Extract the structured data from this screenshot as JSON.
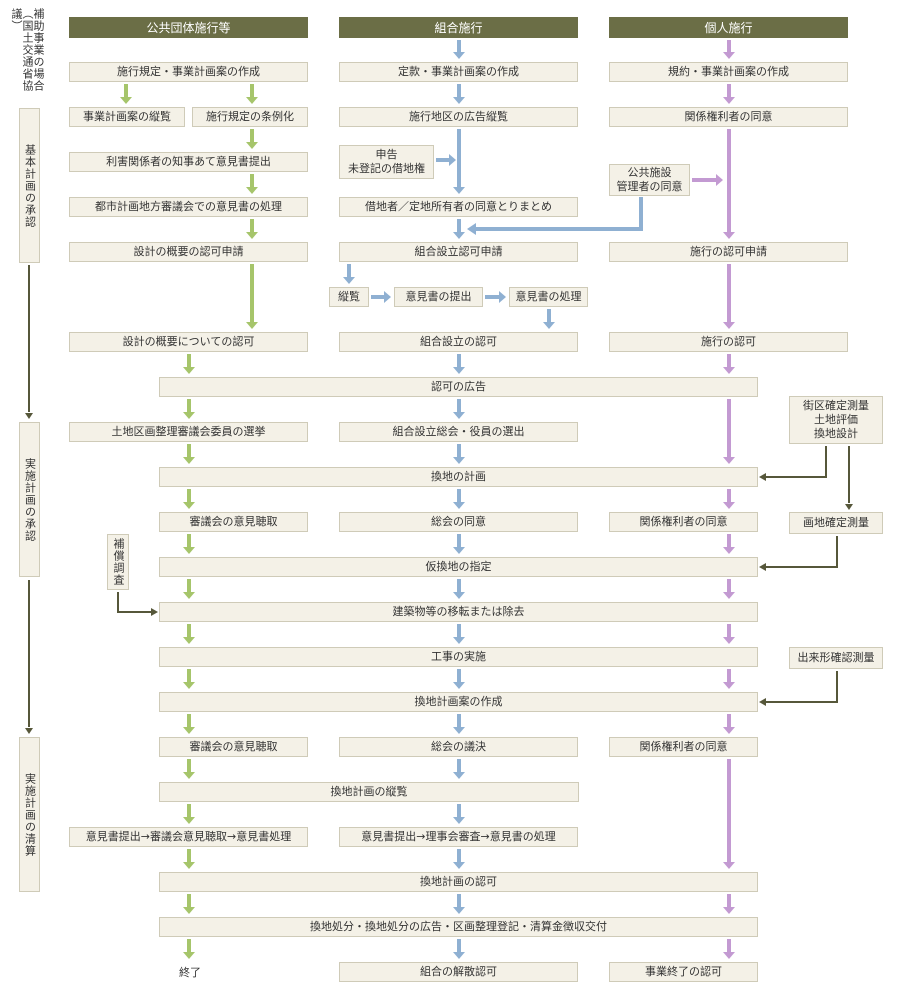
{
  "colors": {
    "green": "#a6c56b",
    "blue": "#8fb0d2",
    "purple": "#c39ad2",
    "dark": "#56573a",
    "header_bg": "#6b6e46"
  },
  "side": {
    "top_note": "補助事業の場合（国土交通省協議）",
    "phase1": "基本計画の承認",
    "phase2": "実施計画の承認",
    "phase3": "実施計画の清算"
  },
  "headers": {
    "public": "公共団体施行等",
    "union": "組合施行",
    "individual": "個人施行"
  },
  "public": {
    "p1": "施行規定・事業計画案の作成",
    "p2a": "事業計画案の縦覧",
    "p2b": "施行規定の条例化",
    "p3": "利害関係者の知事あて意見書提出",
    "p4": "都市計画地方審議会での意見書の処理",
    "p5": "設計の概要の認可申請",
    "p6": "設計の概要についての認可",
    "p8": "土地区画整理審議会委員の選挙",
    "p10": "審議会の意見聴取",
    "p14": "審議会の意見聴取",
    "p16": "意見書提出→審議会意見聴取→意見書処理",
    "end": "終了"
  },
  "union": {
    "u1": "定款・事業計画案の作成",
    "u2": "施行地区の広告縦覧",
    "u3": "申告\n未登記の借地権",
    "u4": "借地者／定地所有者の同意とりまとめ",
    "u5": "組合設立認可申請",
    "u5a": "縦覧",
    "u5b": "意見書の提出",
    "u5c": "意見書の処理",
    "u6": "組合設立の認可",
    "u8": "組合設立総会・役員の選出",
    "u10": "総会の同意",
    "u14": "総会の議決",
    "u16": "意見書提出→理事会審査→意見書の処理",
    "end": "組合の解散認可"
  },
  "individual": {
    "i1": "規約・事業計画案の作成",
    "i2": "関係権利者の同意",
    "i3": "公共施設\n管理者の同意",
    "i5": "施行の認可申請",
    "i6": "施行の認可",
    "i10": "関係権利者の同意",
    "i14": "関係権利者の同意",
    "end": "事業終了の認可"
  },
  "shared": {
    "s7": "認可の広告",
    "s9": "換地の計画",
    "s11": "仮換地の指定",
    "s12": "建築物等の移転または除去",
    "s13": "工事の実施",
    "s14": "換地計画案の作成",
    "s15": "換地計画の縦覧",
    "s17": "換地計画の認可",
    "s18": "換地処分・換地処分の広告・区画整理登記・清算金徴収交付"
  },
  "right": {
    "survey1": "街区確定測量\n土地評価\n換地設計",
    "survey2": "画地確定測量",
    "survey3": "出来形確認測量",
    "compensation": "補償調査"
  }
}
